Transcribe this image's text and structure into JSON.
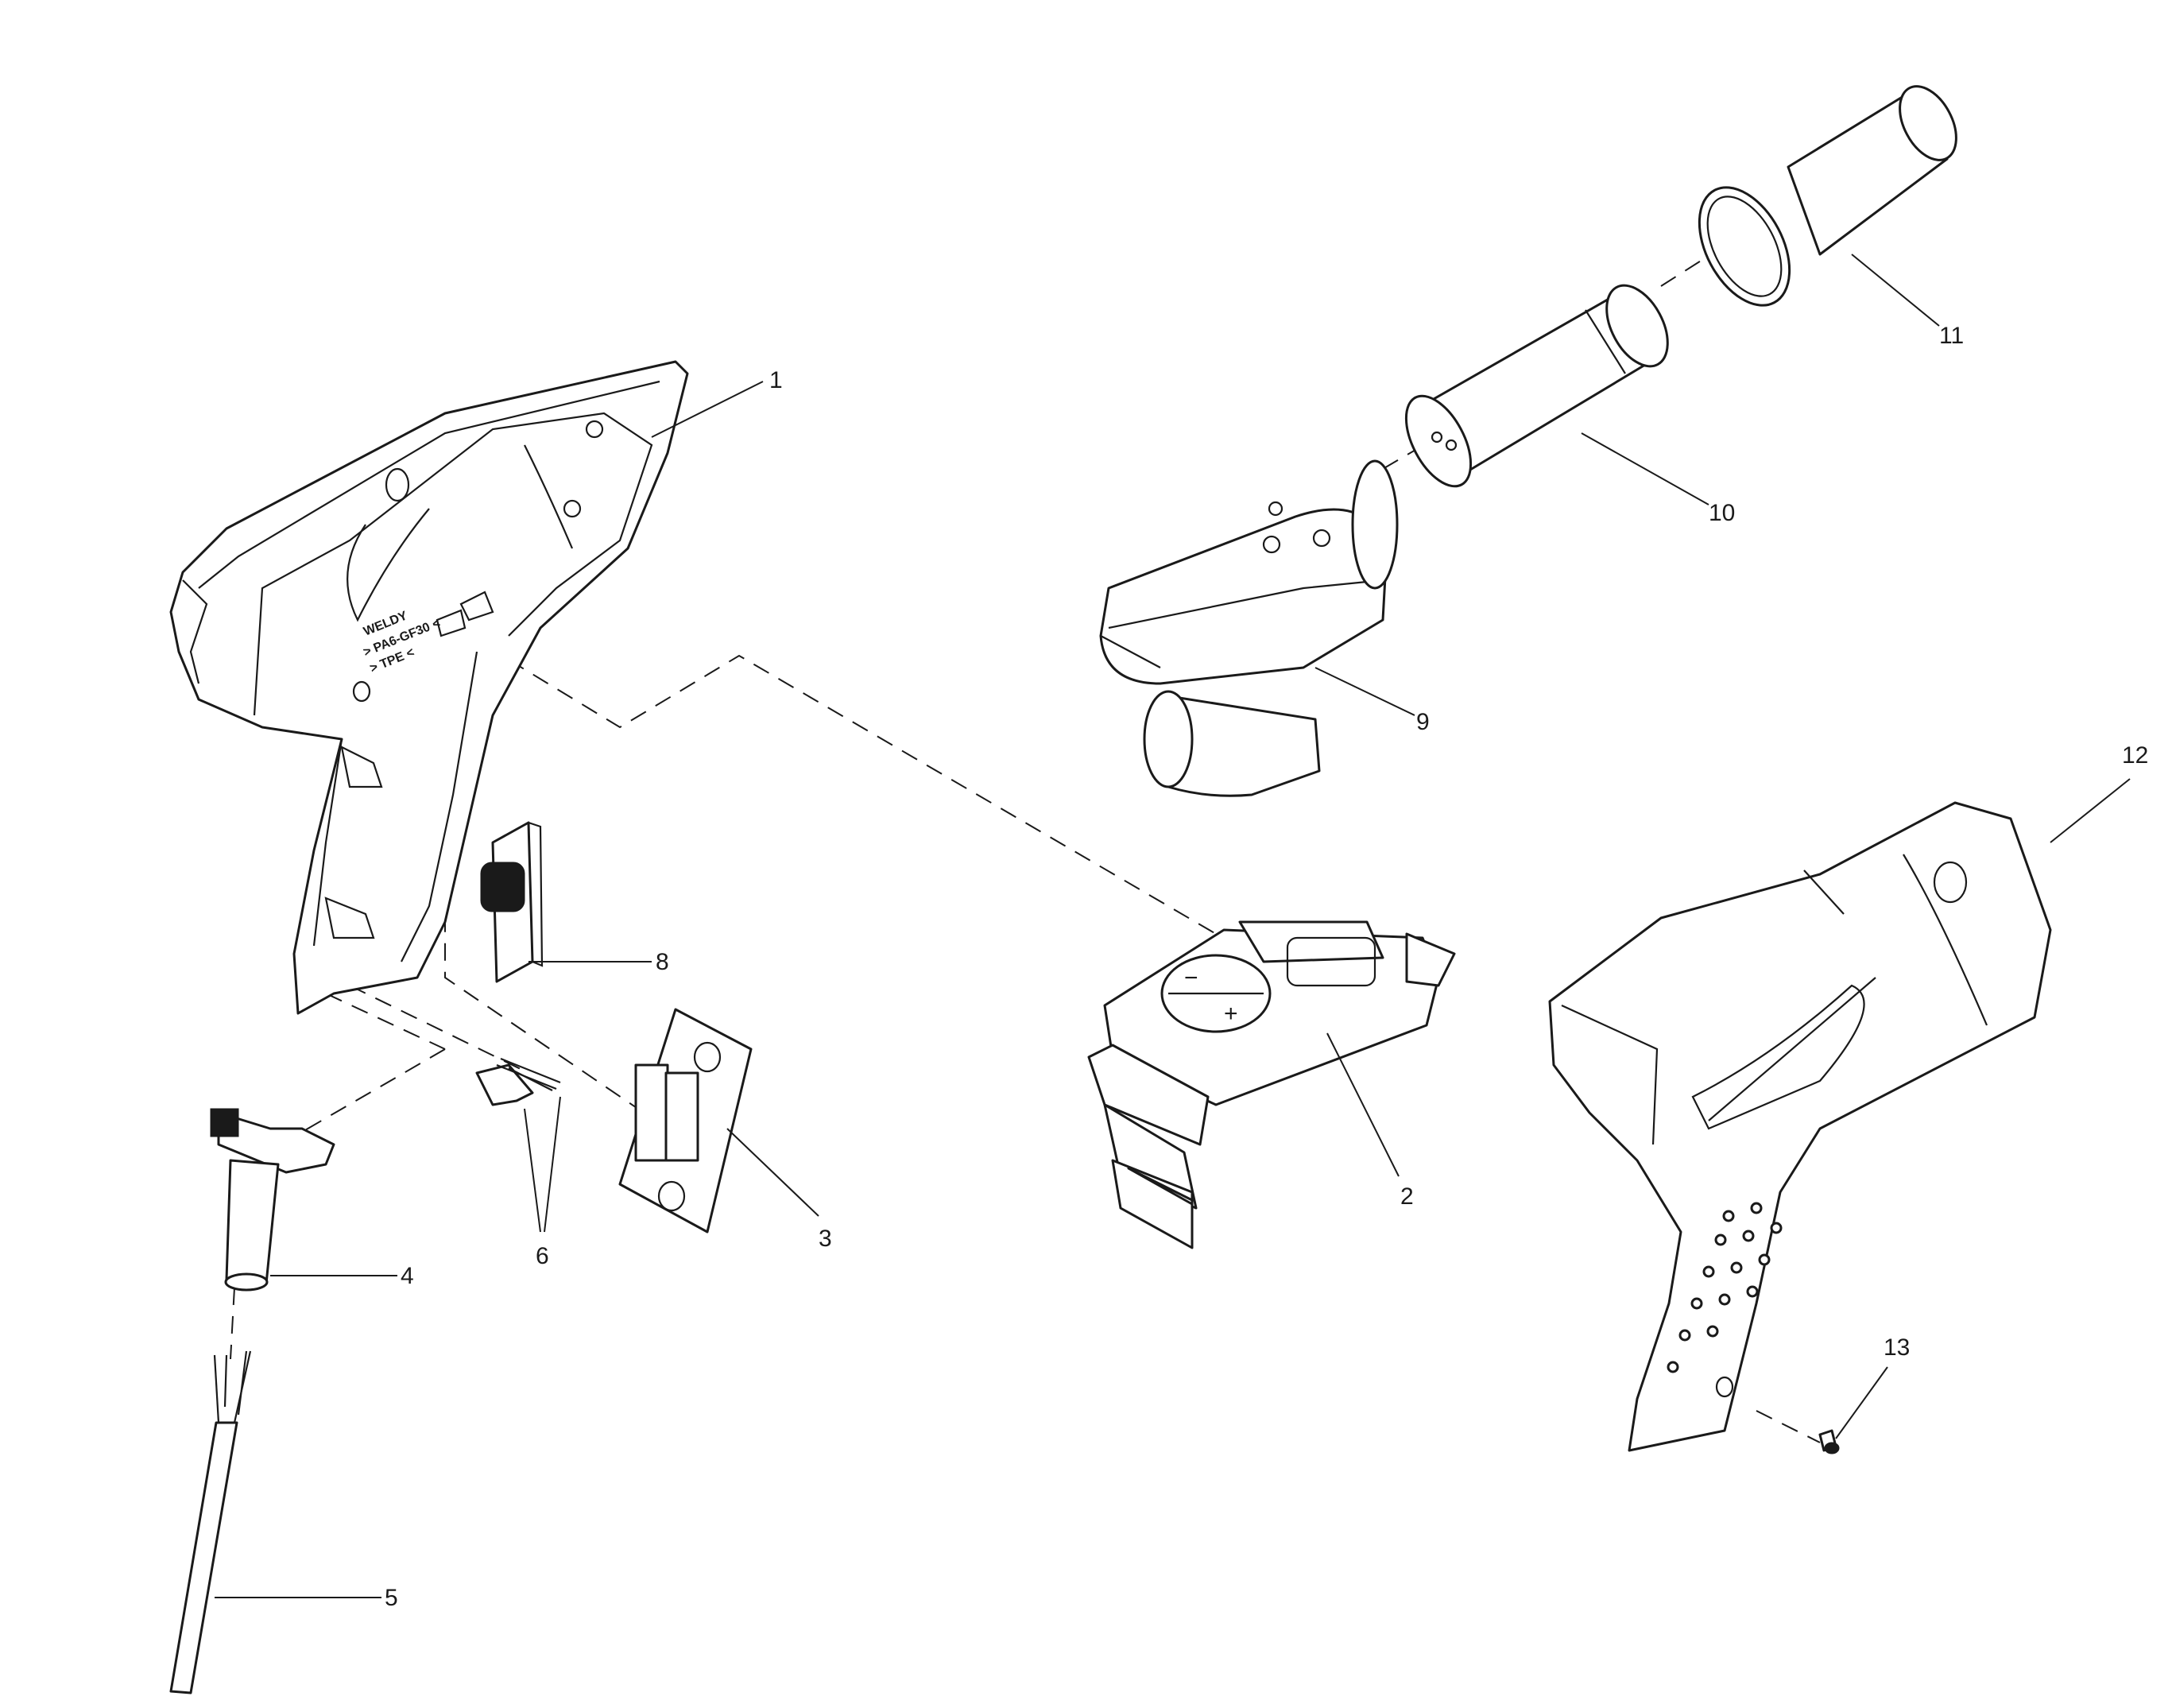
{
  "callouts": [
    {
      "id": "1",
      "label": "1"
    },
    {
      "id": "2",
      "label": "2"
    },
    {
      "id": "3",
      "label": "3"
    },
    {
      "id": "4",
      "label": "4"
    },
    {
      "id": "5",
      "label": "5"
    },
    {
      "id": "6",
      "label": "6"
    },
    {
      "id": "8",
      "label": "8"
    },
    {
      "id": "9",
      "label": "9"
    },
    {
      "id": "10",
      "label": "10"
    },
    {
      "id": "11",
      "label": "11"
    },
    {
      "id": "12",
      "label": "12"
    },
    {
      "id": "13",
      "label": "13"
    }
  ],
  "housing_marking": {
    "brand": "WELDY",
    "model": "> PA6-GF30 <",
    "material": "> TPE <"
  },
  "keypad": {
    "minus": "−",
    "plus": "+"
  }
}
